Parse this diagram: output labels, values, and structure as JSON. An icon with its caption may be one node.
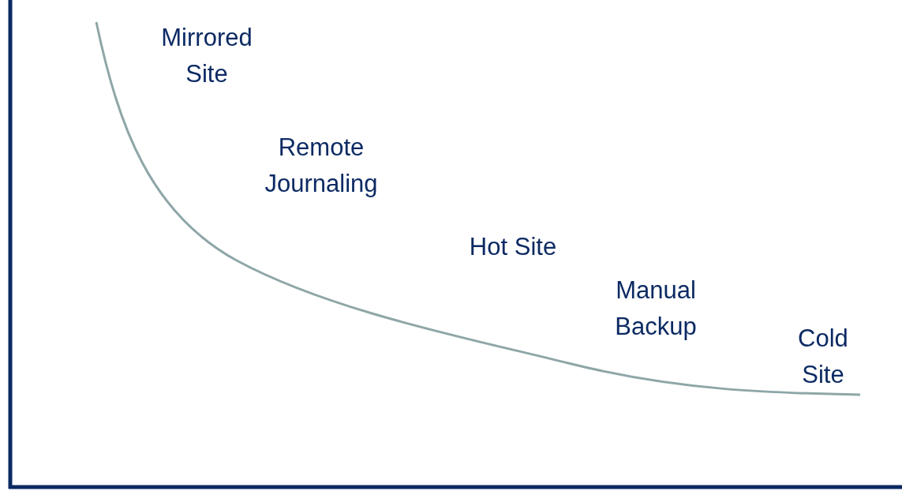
{
  "diagram": {
    "labels": [
      "Mirrored Site",
      "Remote Journaling",
      "Hot Site",
      "Manual Backup",
      "Cold Site"
    ]
  }
}
